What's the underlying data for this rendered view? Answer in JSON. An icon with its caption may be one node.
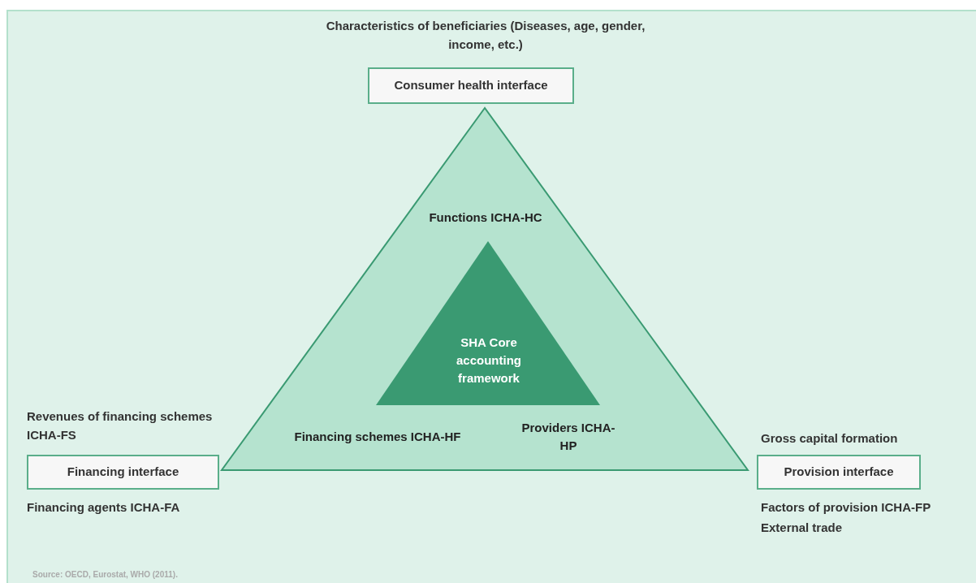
{
  "diagram": {
    "nodes": [
      {
        "text": [
          "Consumer health interface"
        ],
        "beside": [
          "Characteristics of beneficiaries (Diseases, age, gender, income, etc.)"
        ]
      },
      {
        "text": [
          "Functions ICHA-HC",
          "Financing schemes ICHA-HF",
          "Providers ICHA-HP"
        ]
      },
      {
        "text": [
          "SHA Core accounting framework"
        ],
        "in": 1
      },
      {
        "text": [
          "Financing interface"
        ],
        "beside": [
          "Revenues of financing schemes ICHA-FS",
          "Financing agents ICHA-FA"
        ]
      },
      {
        "text": [
          "Provision interface"
        ],
        "beside": [
          "Gross capital formation",
          "Factors of provision ICHA-FP",
          "External trade"
        ]
      }
    ],
    "labels": [
      "Source: OECD, Eurostat, WHO (2011)."
    ]
  }
}
